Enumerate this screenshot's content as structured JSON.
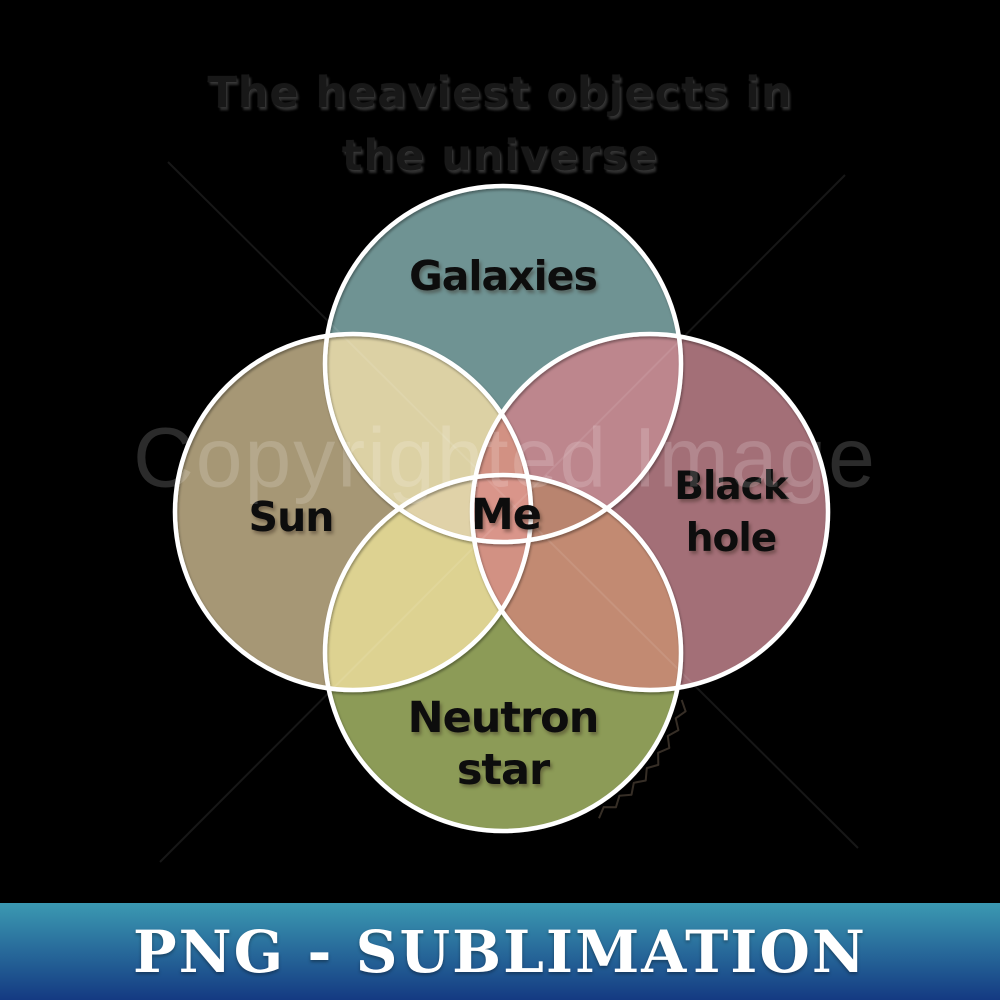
{
  "title": {
    "line1": "The heaviest objects in",
    "line2": "the universe"
  },
  "venn": {
    "center_label": "Me",
    "sets": [
      {
        "name": "Galaxies",
        "color": "#6f9393"
      },
      {
        "name": "Sun",
        "color": "#a69775"
      },
      {
        "name": "Black hole",
        "color": "#a36f77"
      },
      {
        "name": "Neutron star",
        "color": "#8c9b57"
      }
    ],
    "labels": {
      "galaxies": "Galaxies",
      "sun": "Sun",
      "black_hole_line1": "Black",
      "black_hole_line2": "hole",
      "neutron_line1": "Neutron",
      "neutron_line2": "star",
      "me": "Me"
    },
    "overlaps": {
      "galaxies_sun": "#dcd1a4",
      "galaxies_blackhole": "#bd868d",
      "sun_neutron": "#ddd291",
      "blackhole_neutron": "#c28a72",
      "sun_blackhole_lens": "#d29183",
      "galaxies_neutron_lens": "#d29183",
      "galaxies_sun_neutron": "#e0d2a8",
      "galaxies_blackhole_neutron": "#b9846f",
      "center_all_four": "#d9958a"
    },
    "outline_color": "#ffffff"
  },
  "watermark": {
    "text": "Copyrighted Image"
  },
  "banner": {
    "text": "PNG - SUBLIMATION",
    "gradient_top": "#3b99b2",
    "gradient_bottom": "#143a82"
  }
}
